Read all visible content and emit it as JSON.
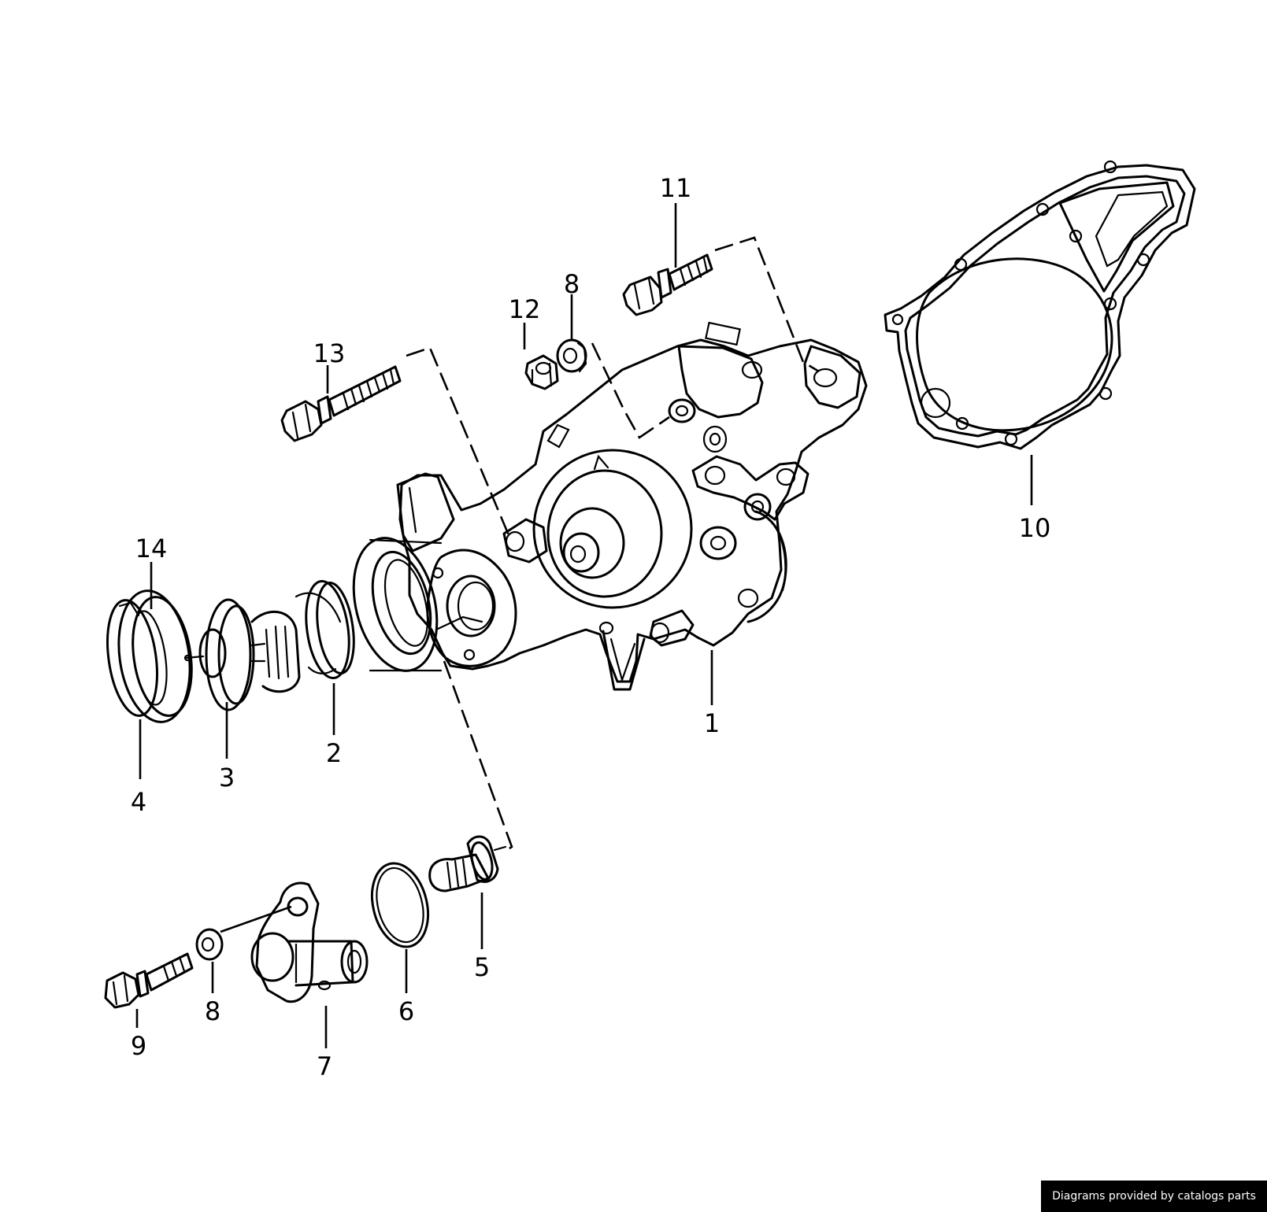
{
  "callouts": [
    {
      "id": "1",
      "text": "1"
    },
    {
      "id": "2",
      "text": "2"
    },
    {
      "id": "3",
      "text": "3"
    },
    {
      "id": "4",
      "text": "4"
    },
    {
      "id": "5",
      "text": "5"
    },
    {
      "id": "6",
      "text": "6"
    },
    {
      "id": "7",
      "text": "7"
    },
    {
      "id": "8a",
      "text": "8"
    },
    {
      "id": "8b",
      "text": "8"
    },
    {
      "id": "9",
      "text": "9"
    },
    {
      "id": "10",
      "text": "10"
    },
    {
      "id": "11",
      "text": "11"
    },
    {
      "id": "12",
      "text": "12"
    },
    {
      "id": "13",
      "text": "13"
    },
    {
      "id": "14",
      "text": "14"
    }
  ],
  "footer": {
    "credit": "Diagrams provided by catalogs parts"
  }
}
